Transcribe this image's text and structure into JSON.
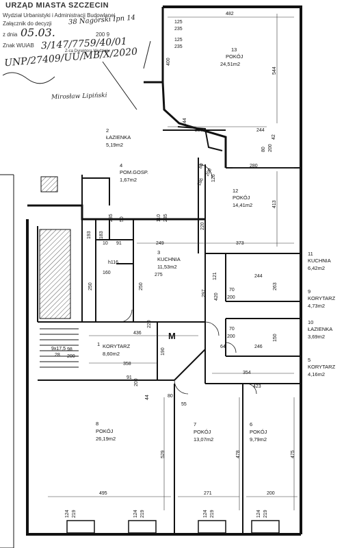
{
  "stamp": {
    "title": "URZĄD MIASTA SZCZECIN",
    "line1": "Wydział Urbanistyki i Administracji Budowlanej",
    "line2_label": "Załącznik do decyzji",
    "line2_value": "38 Nagórski Ipn 14",
    "line3_label": "z dnia",
    "line3_value": "05.03.",
    "line3_year": "200 9",
    "line4_label": "Znak WUiAB",
    "hand_ref1": "3/147/7759/40/01",
    "hand_ref2": "UNP/27409/UU/MB/X/2020",
    "small_text": "Z-ca Dyrektora Wydziału",
    "signature": "Mirosław Lipiński"
  },
  "rooms": [
    {
      "num": "13",
      "name": "POKÓJ",
      "area": "24,51m2"
    },
    {
      "num": "2",
      "name": "ŁAZIENKA",
      "area": "5,19m2"
    },
    {
      "num": "4",
      "name": "POM.GOSP.",
      "area": "1,67m2"
    },
    {
      "num": "12",
      "name": "POKÓJ",
      "area": "14,41m2"
    },
    {
      "num": "3",
      "name": "KUCHNIA",
      "area": "11,53m2"
    },
    {
      "num": "11",
      "name": "KUCHNIA",
      "area": "6,42m2"
    },
    {
      "num": "9",
      "name": "KORYTARZ",
      "area": "4,73m2"
    },
    {
      "num": "10",
      "name": "ŁAZIENKA",
      "area": "3,69m2"
    },
    {
      "num": "5",
      "name": "KORYTARZ",
      "area": "4,16m2"
    },
    {
      "num": "1",
      "name": "KORYTARZ",
      "area": "8,60m2"
    },
    {
      "num": "8",
      "name": "POKÓJ",
      "area": "26,19m2"
    },
    {
      "num": "7",
      "name": "POKÓJ",
      "area": "13,07m2"
    },
    {
      "num": "6",
      "name": "POKÓJ",
      "area": "9,79m2"
    }
  ],
  "dims": {
    "d482": "482",
    "d125a": "125",
    "d235a": "235",
    "d125b": "125",
    "d235b": "235",
    "d400": "400",
    "d544": "544",
    "d144": "144",
    "d238": "238",
    "d244a": "244",
    "d42a": "42",
    "d80": "80",
    "d200a": "200",
    "d280": "280",
    "d413": "413",
    "d186": "186",
    "d126": "126",
    "d80b": "80",
    "d200b": "200",
    "d220a": "220",
    "d235c": "235",
    "d50": "50",
    "d110": "110",
    "d235d": "235",
    "d193": "193",
    "d183": "183",
    "d10a": "10",
    "d91": "91",
    "d249": "249",
    "d373": "373",
    "d116": "h116",
    "d160": "160",
    "d275": "275",
    "d244b": "244",
    "d263": "263",
    "d250a": "250",
    "d250b": "250",
    "d420": "420",
    "d297": "297",
    "d121": "121",
    "d70a": "70",
    "d200c": "200",
    "d150": "150",
    "d246": "246",
    "d64": "64",
    "d436": "436",
    "d220b": "220",
    "d358": "358",
    "d190": "190",
    "d98": "98",
    "d200d": "200",
    "d70b": "70",
    "d200e": "200",
    "d354": "354",
    "d423": "423",
    "d91b": "91",
    "d200f": "200",
    "d55": "55",
    "d80c": "80",
    "d529": "529",
    "d478": "478",
    "d475": "475",
    "d495": "495",
    "d271": "271",
    "d200g": "200",
    "d124a": "124",
    "d219a": "219",
    "d124b": "124",
    "d219b": "219",
    "d124c": "124",
    "d219c": "219",
    "d124d": "124",
    "d219d": "219",
    "d44": "44",
    "d28": "28",
    "d9x175": "9x17,5"
  },
  "entrance_mark": "M"
}
